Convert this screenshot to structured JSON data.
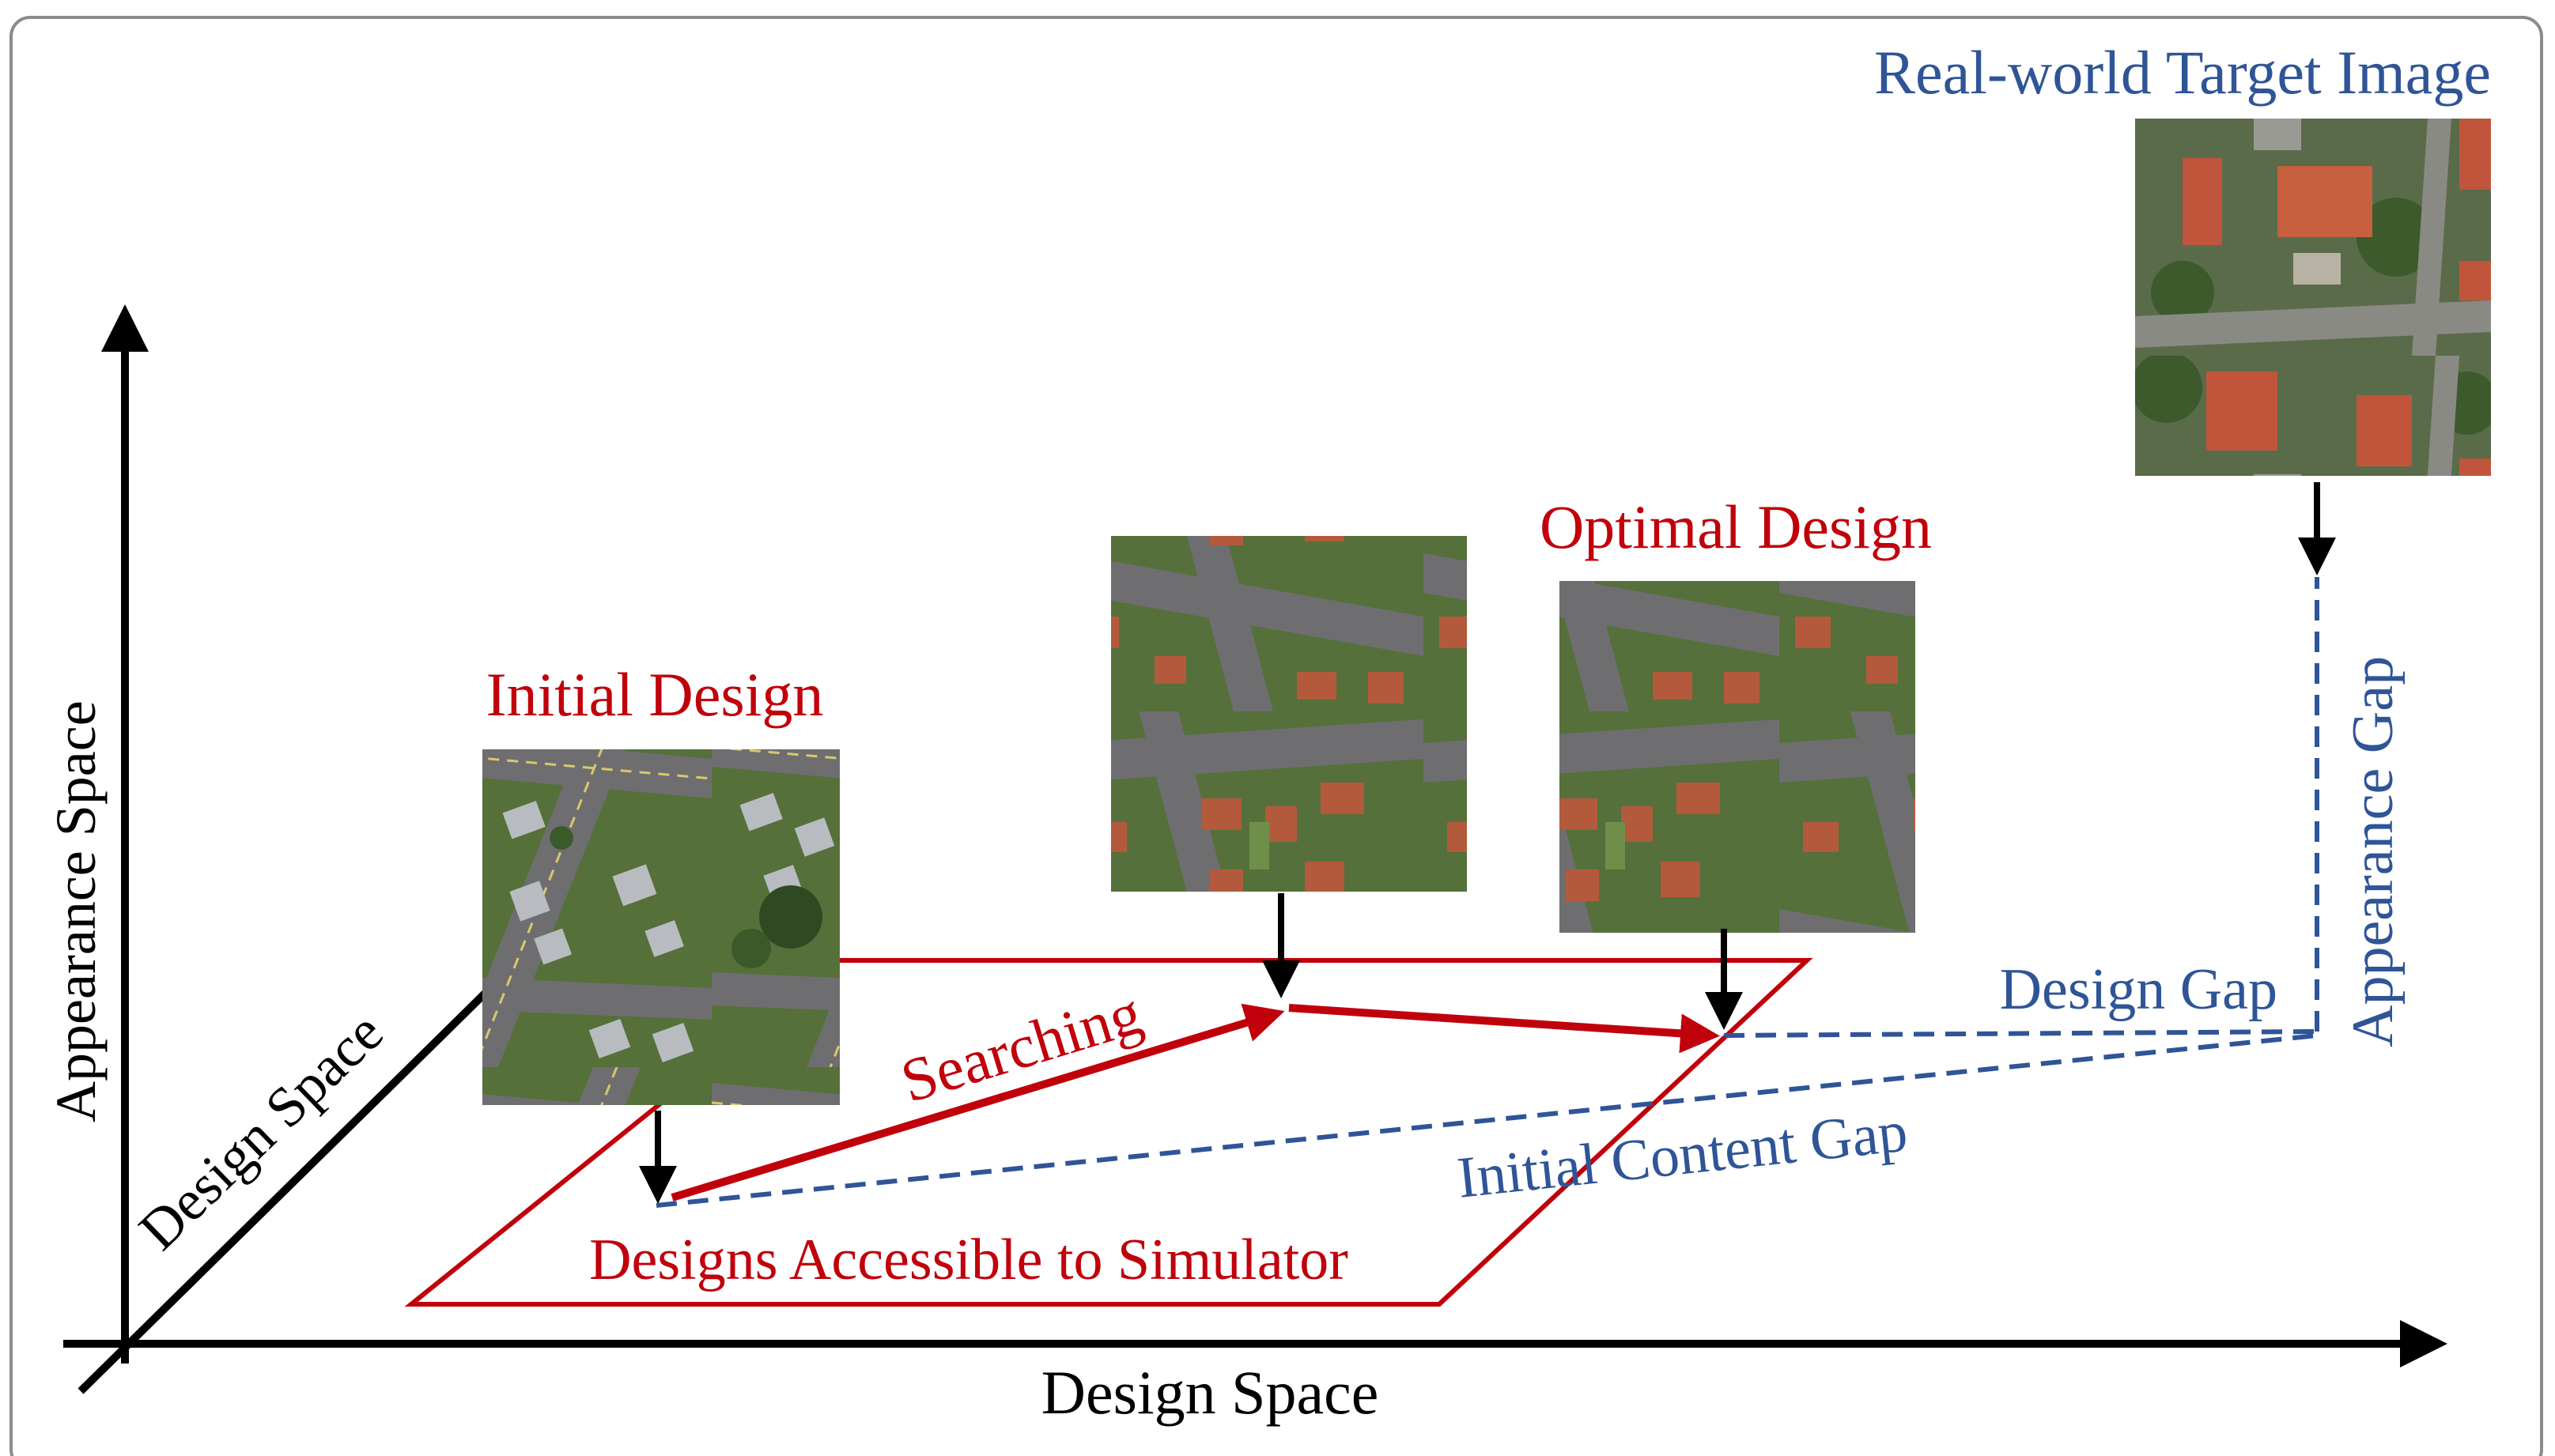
{
  "colors": {
    "frame": "#8c8c8c",
    "axis": "#000000",
    "red": "#c0000b",
    "blue": "#2f5597",
    "sim_road": "#6e6e70",
    "sim_grass": "#4f6a34",
    "sim_roof_gray": "#b8bcc0",
    "sim_roof_orange": "#b35a3c",
    "real_roof": "#c0553c",
    "real_trees": "#3c5a2c"
  },
  "labels": {
    "y_axis": "Appearance Space",
    "x_axis": "Design Space",
    "depth_axis": "Design Space",
    "initial_design": "Initial Design",
    "optimal_design": "Optimal Design",
    "target_image": "Real-world Target Image",
    "searching": "Searching",
    "accessible": "Designs Accessible to Simulator",
    "design_gap": "Design Gap",
    "appearance_gap": "Appearance Gap",
    "content_gap": "Initial Content Gap"
  },
  "images": {
    "initial": "simulated-aerial-gray-roofs",
    "middle": "simulated-aerial-orange-roofs",
    "optimal": "simulated-aerial-orange-roofs",
    "target": "real-aerial-photo"
  }
}
